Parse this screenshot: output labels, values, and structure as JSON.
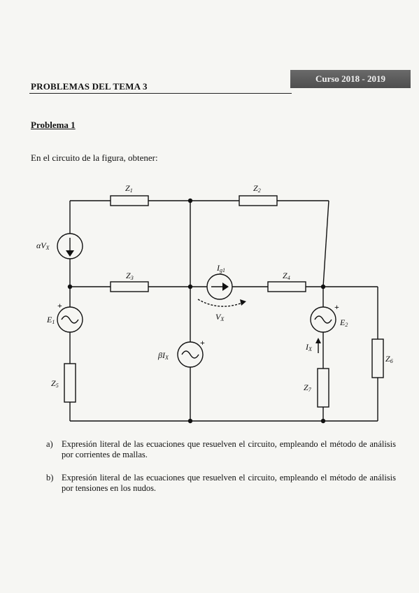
{
  "header": {
    "title": "PROBLEMAS DEL TEMA 3",
    "course": "Curso 2018 - 2019"
  },
  "problem": {
    "title": "Problema 1",
    "intro": "En el circuito de la figura, obtener:"
  },
  "circuit": {
    "labels": {
      "z1": "Z",
      "z1_sub": "1",
      "z2": "Z",
      "z2_sub": "2",
      "z3": "Z",
      "z3_sub": "3",
      "z4": "Z",
      "z4_sub": "4",
      "z5": "Z",
      "z5_sub": "5",
      "z6": "Z",
      "z6_sub": "6",
      "z7": "Z",
      "z7_sub": "7",
      "avx": "αV",
      "avx_sub": "X",
      "e1": "E",
      "e1_sub": "1",
      "e2": "E",
      "e2_sub": "2",
      "ig1": "I",
      "ig1_sub": "g1",
      "vx": "V",
      "vx_sub": "X",
      "bix": "βI",
      "bix_sub": "X",
      "ix": "I",
      "ix_sub": "X",
      "plus": "+"
    }
  },
  "questions": [
    {
      "letter": "a)",
      "text": "Expresión literal de las ecuaciones que resuelven el circuito, empleando el método de análisis por corrientes de mallas."
    },
    {
      "letter": "b)",
      "text": "Expresión literal de las ecuaciones que resuelven el circuito, empleando el método de análisis por tensiones en los nudos."
    }
  ]
}
